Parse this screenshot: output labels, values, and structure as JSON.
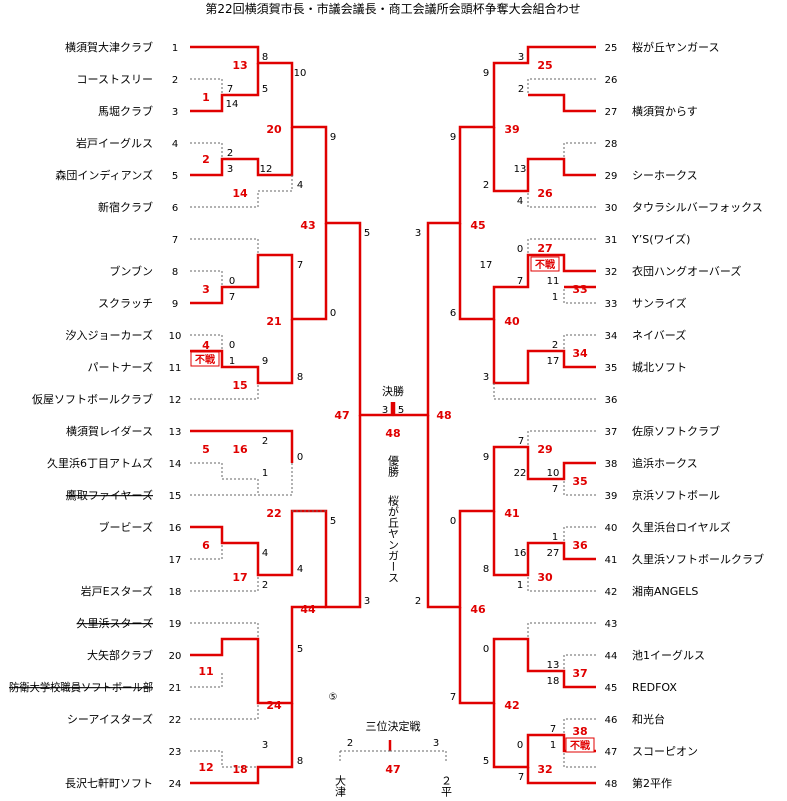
{
  "title": "第22回横須賀市長・市議会議長・商工会議所会頭杯争奪大会組合わせ",
  "colors": {
    "win_line": "#e00000",
    "lose_line": "#666666",
    "game_no": "#e00000"
  },
  "left_teams": [
    {
      "no": "1",
      "name": "横須賀大津クラブ"
    },
    {
      "no": "2",
      "name": "コーストスリー"
    },
    {
      "no": "3",
      "name": "馬堀クラブ"
    },
    {
      "no": "4",
      "name": "岩戸イーグルス"
    },
    {
      "no": "5",
      "name": "森団インディアンズ"
    },
    {
      "no": "6",
      "name": "新宿クラブ"
    },
    {
      "no": "7",
      "name": ""
    },
    {
      "no": "8",
      "name": "ブンブン"
    },
    {
      "no": "9",
      "name": "スクラッチ"
    },
    {
      "no": "10",
      "name": "汐入ジョーカーズ"
    },
    {
      "no": "11",
      "name": "パートナーズ"
    },
    {
      "no": "12",
      "name": "仮屋ソフトボールクラブ"
    },
    {
      "no": "13",
      "name": "横須賀レイダース"
    },
    {
      "no": "14",
      "name": "久里浜6丁目アトムズ"
    },
    {
      "no": "15",
      "name": "鷹取ファイヤーズ"
    },
    {
      "no": "16",
      "name": "ブービーズ"
    },
    {
      "no": "17",
      "name": ""
    },
    {
      "no": "18",
      "name": "岩戸Eスターズ"
    },
    {
      "no": "19",
      "name": "久里浜スターズ"
    },
    {
      "no": "20",
      "name": "大矢部クラブ"
    },
    {
      "no": "21",
      "name": "防衛大学校職員ソフトボール部"
    },
    {
      "no": "22",
      "name": "シーアイスターズ"
    },
    {
      "no": "23",
      "name": ""
    },
    {
      "no": "24",
      "name": "長沢七軒町ソフト"
    }
  ],
  "right_teams": [
    {
      "no": "25",
      "name": "桜が丘ヤンガース"
    },
    {
      "no": "26",
      "name": ""
    },
    {
      "no": "27",
      "name": "横須賀からす"
    },
    {
      "no": "28",
      "name": ""
    },
    {
      "no": "29",
      "name": "シーホークス"
    },
    {
      "no": "30",
      "name": "タウラシルバーフォックス"
    },
    {
      "no": "31",
      "name": "Y’S(ワイズ)"
    },
    {
      "no": "32",
      "name": "衣団ハングオーバーズ"
    },
    {
      "no": "33",
      "name": "サンライズ"
    },
    {
      "no": "34",
      "name": "ネイバーズ"
    },
    {
      "no": "35",
      "name": "城北ソフト"
    },
    {
      "no": "36",
      "name": ""
    },
    {
      "no": "37",
      "name": "佐原ソフトクラブ"
    },
    {
      "no": "38",
      "name": "追浜ホークス"
    },
    {
      "no": "39",
      "name": "京浜ソフトボール"
    },
    {
      "no": "40",
      "name": "久里浜台ロイヤルズ"
    },
    {
      "no": "41",
      "name": "久里浜ソフトボールクラブ"
    },
    {
      "no": "42",
      "name": "湘南ANGELS"
    },
    {
      "no": "43",
      "name": ""
    },
    {
      "no": "44",
      "name": "池1イーグルス"
    },
    {
      "no": "45",
      "name": "REDFOX"
    },
    {
      "no": "46",
      "name": "和光台"
    },
    {
      "no": "47",
      "name": "スコーピオン"
    },
    {
      "no": "48",
      "name": "第2平作"
    }
  ],
  "game_numbers": [
    "1",
    "2",
    "3",
    "4",
    "5",
    "6",
    "11",
    "12",
    "13",
    "14",
    "15",
    "16",
    "17",
    "18",
    "20",
    "21",
    "22",
    "24",
    "25",
    "26",
    "27",
    "29",
    "30",
    "32",
    "33",
    "34",
    "35",
    "36",
    "37",
    "38",
    "39",
    "40",
    "41",
    "42",
    "43",
    "44",
    "45",
    "46",
    "47",
    "48"
  ],
  "scores": [
    "8",
    "5",
    "7",
    "14",
    "10",
    "2",
    "3",
    "12",
    "9",
    "4",
    "0",
    "7",
    "7",
    "0",
    "9",
    "0",
    "8",
    "1",
    "2",
    "1",
    "0",
    "4",
    "5",
    "2",
    "4",
    "3",
    "8",
    "3",
    "5",
    "3",
    "9",
    "2",
    "3",
    "2",
    "13",
    "4",
    "9",
    "0",
    "17",
    "7",
    "1",
    "11",
    "6",
    "2",
    "3",
    "17",
    "7",
    "22",
    "10",
    "9",
    "7",
    "1",
    "16",
    "27",
    "0",
    "8",
    "1",
    "0",
    "13",
    "18",
    "7",
    "7",
    "0",
    "5",
    "7",
    "2",
    "3",
    "1",
    "5",
    "2",
    "5",
    "3"
  ],
  "forfeit": [
    "不戦",
    "不戦",
    "不戦"
  ],
  "final": {
    "label": "決勝",
    "game_no": "48"
  },
  "champion": {
    "label": "優勝",
    "team": "桜が丘ヤンガース"
  },
  "third_place": {
    "label": "三位決定戦",
    "game_no": "47",
    "left_team": "大津",
    "right_team": "２平"
  },
  "circled_mark": "⑤"
}
